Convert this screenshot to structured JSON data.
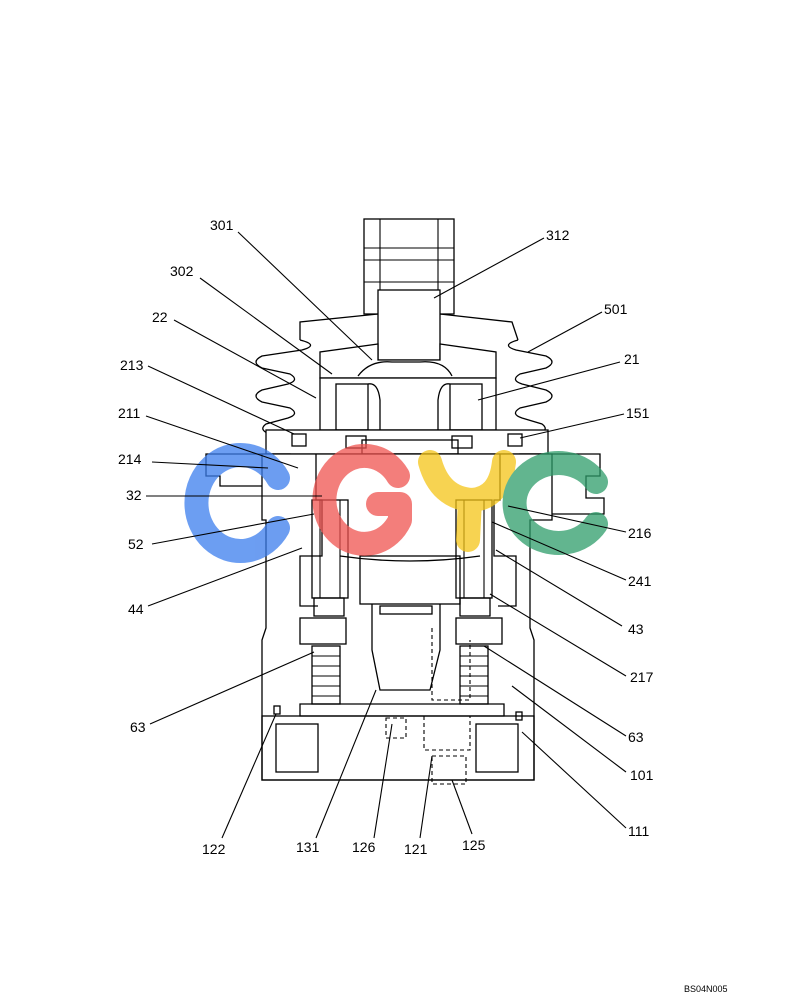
{
  "diagram": {
    "drawing_code": "BS04N005",
    "watermark": {
      "letters": [
        "C",
        "G",
        "Y",
        "C"
      ],
      "colors": [
        "#3b7ded",
        "#ef5350",
        "#f5c518",
        "#2e9d6a"
      ]
    },
    "callouts": [
      "301",
      "312",
      "302",
      "501",
      "22",
      "21",
      "213",
      "151",
      "211",
      "214",
      "32",
      "216",
      "52",
      "241",
      "44",
      "43",
      "217",
      "63",
      "63",
      "101",
      "111",
      "122",
      "131",
      "126",
      "121",
      "125"
    ]
  }
}
